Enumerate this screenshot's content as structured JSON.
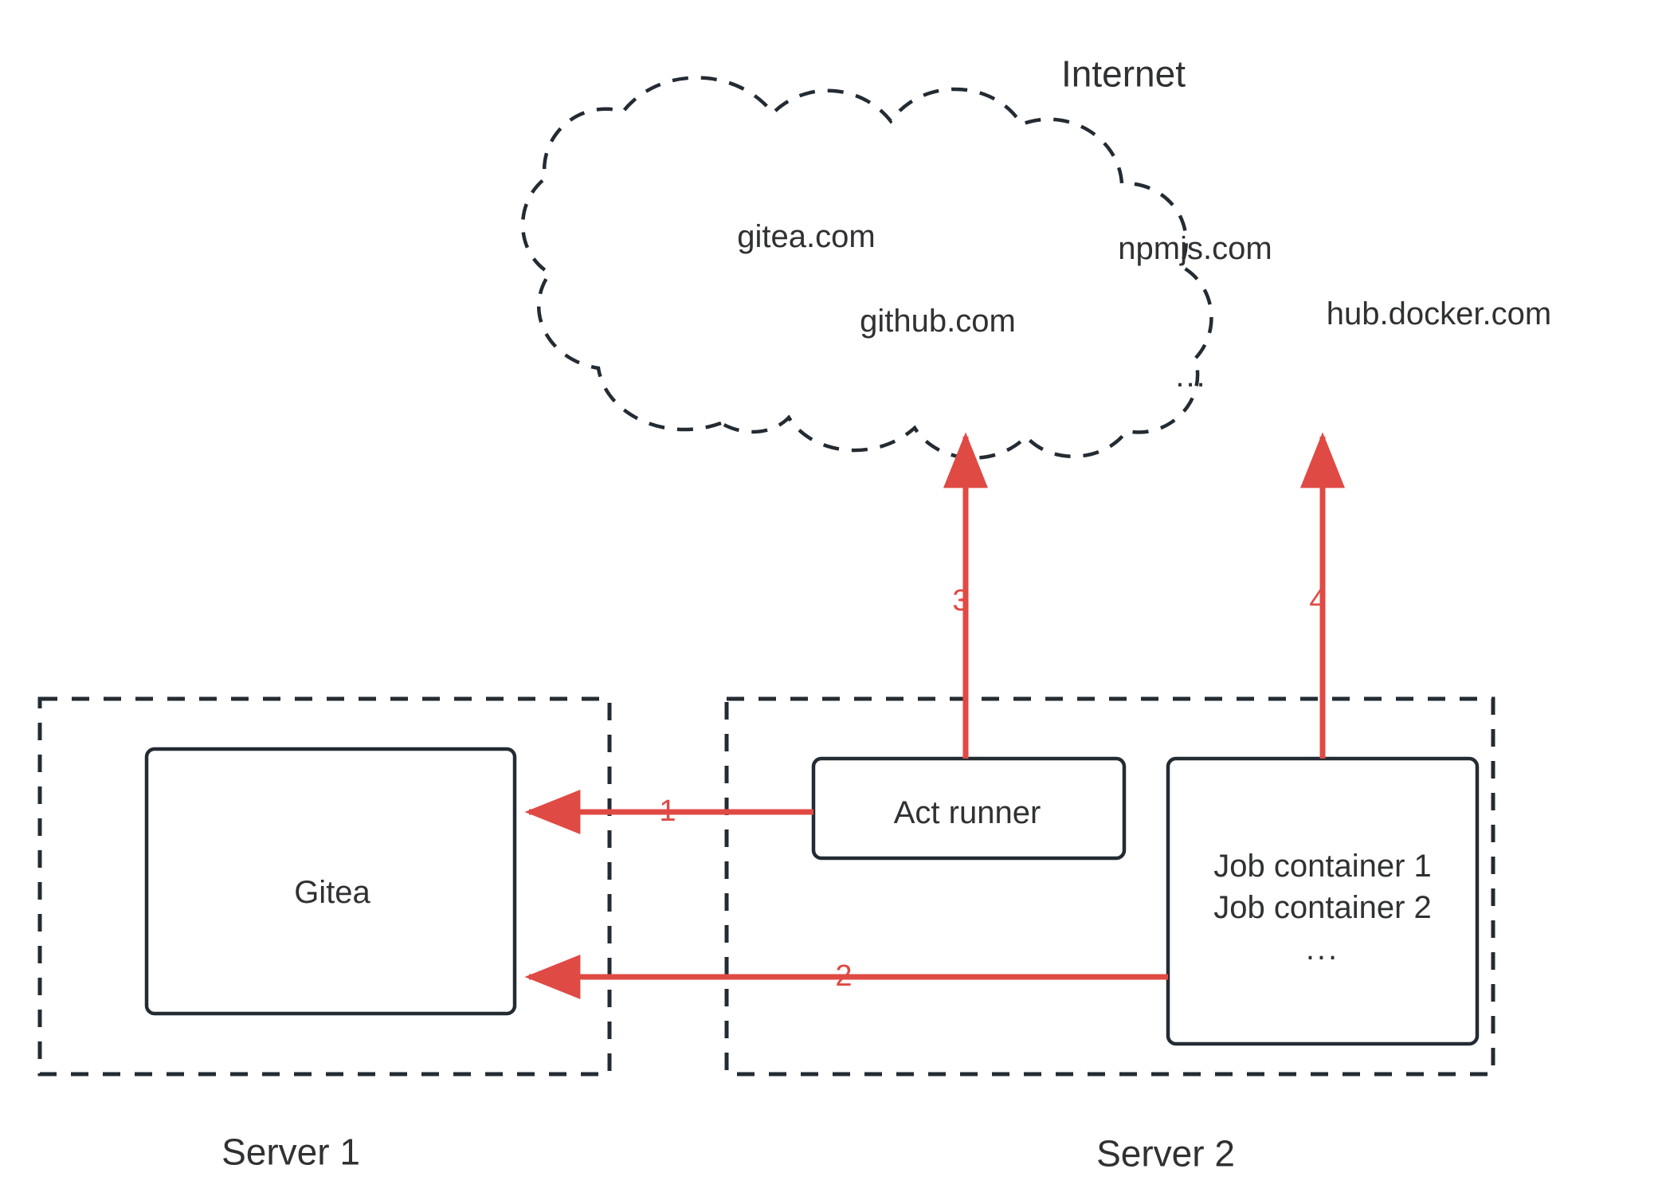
{
  "diagram": {
    "title": "Internet",
    "colors": {
      "stroke": "#232b33",
      "text": "#2f3133",
      "arrow_red": "#e04a44",
      "background": "#ffffff"
    },
    "cloud": {
      "label": "Internet",
      "services": [
        {
          "name": "gitea.com"
        },
        {
          "name": "npmjs.com"
        },
        {
          "name": "github.com"
        },
        {
          "name": "hub.docker.com"
        },
        {
          "name": "..."
        }
      ]
    },
    "servers": [
      {
        "id": "server-1",
        "label": "Server 1",
        "nodes": [
          {
            "id": "gitea",
            "label": "Gitea"
          }
        ]
      },
      {
        "id": "server-2",
        "label": "Server 2",
        "nodes": [
          {
            "id": "act-runner",
            "label": "Act runner"
          },
          {
            "id": "job-containers",
            "lines": [
              "Job container 1",
              "Job container 2"
            ],
            "dots": "..."
          }
        ]
      }
    ],
    "connections": [
      {
        "id": "conn-1",
        "label": "1",
        "from": "act-runner",
        "to": "gitea",
        "direction": "left"
      },
      {
        "id": "conn-2",
        "label": "2",
        "from": "job-containers",
        "to": "gitea",
        "direction": "left"
      },
      {
        "id": "conn-3",
        "label": "3",
        "from": "act-runner",
        "to": "internet-cloud",
        "direction": "up"
      },
      {
        "id": "conn-4",
        "label": "4",
        "from": "job-containers",
        "to": "internet-cloud",
        "direction": "up"
      }
    ]
  }
}
